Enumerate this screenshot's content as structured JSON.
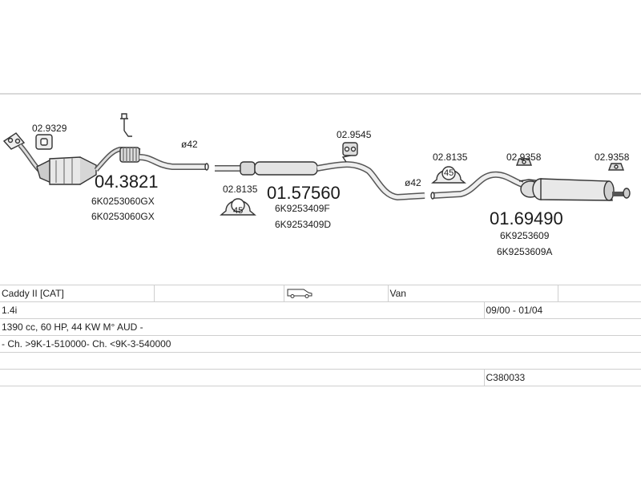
{
  "diagram": {
    "assemblies": [
      {
        "number": "04.3821",
        "refs": [
          "6K0253060GX",
          "6K0253060GX"
        ]
      },
      {
        "number": "01.57560",
        "refs": [
          "6K9253409F",
          "6K9253409D"
        ]
      },
      {
        "number": "01.69490",
        "refs": [
          "6K9253609",
          "6K9253609A"
        ]
      }
    ],
    "accessories": [
      {
        "number": "02.9329"
      },
      {
        "number": "02.8135",
        "badge": "45"
      },
      {
        "number": "02.9545"
      },
      {
        "number": "02.8135",
        "badge": "45"
      },
      {
        "number": "02.9358"
      },
      {
        "number": "02.9358"
      }
    ],
    "diameters": [
      "ø42",
      "ø42"
    ]
  },
  "table": {
    "model": "Caddy II  [CAT]",
    "body_type": "Van",
    "engine": "1.4i",
    "years": "09/00 - 01/04",
    "spec": "1390 cc, 60 HP, 44 KW M° AUD -",
    "chassis": "- Ch. >9K-1-510000- Ch. <9K-3-540000",
    "code": "C380033",
    "van_icon": "van-icon"
  }
}
